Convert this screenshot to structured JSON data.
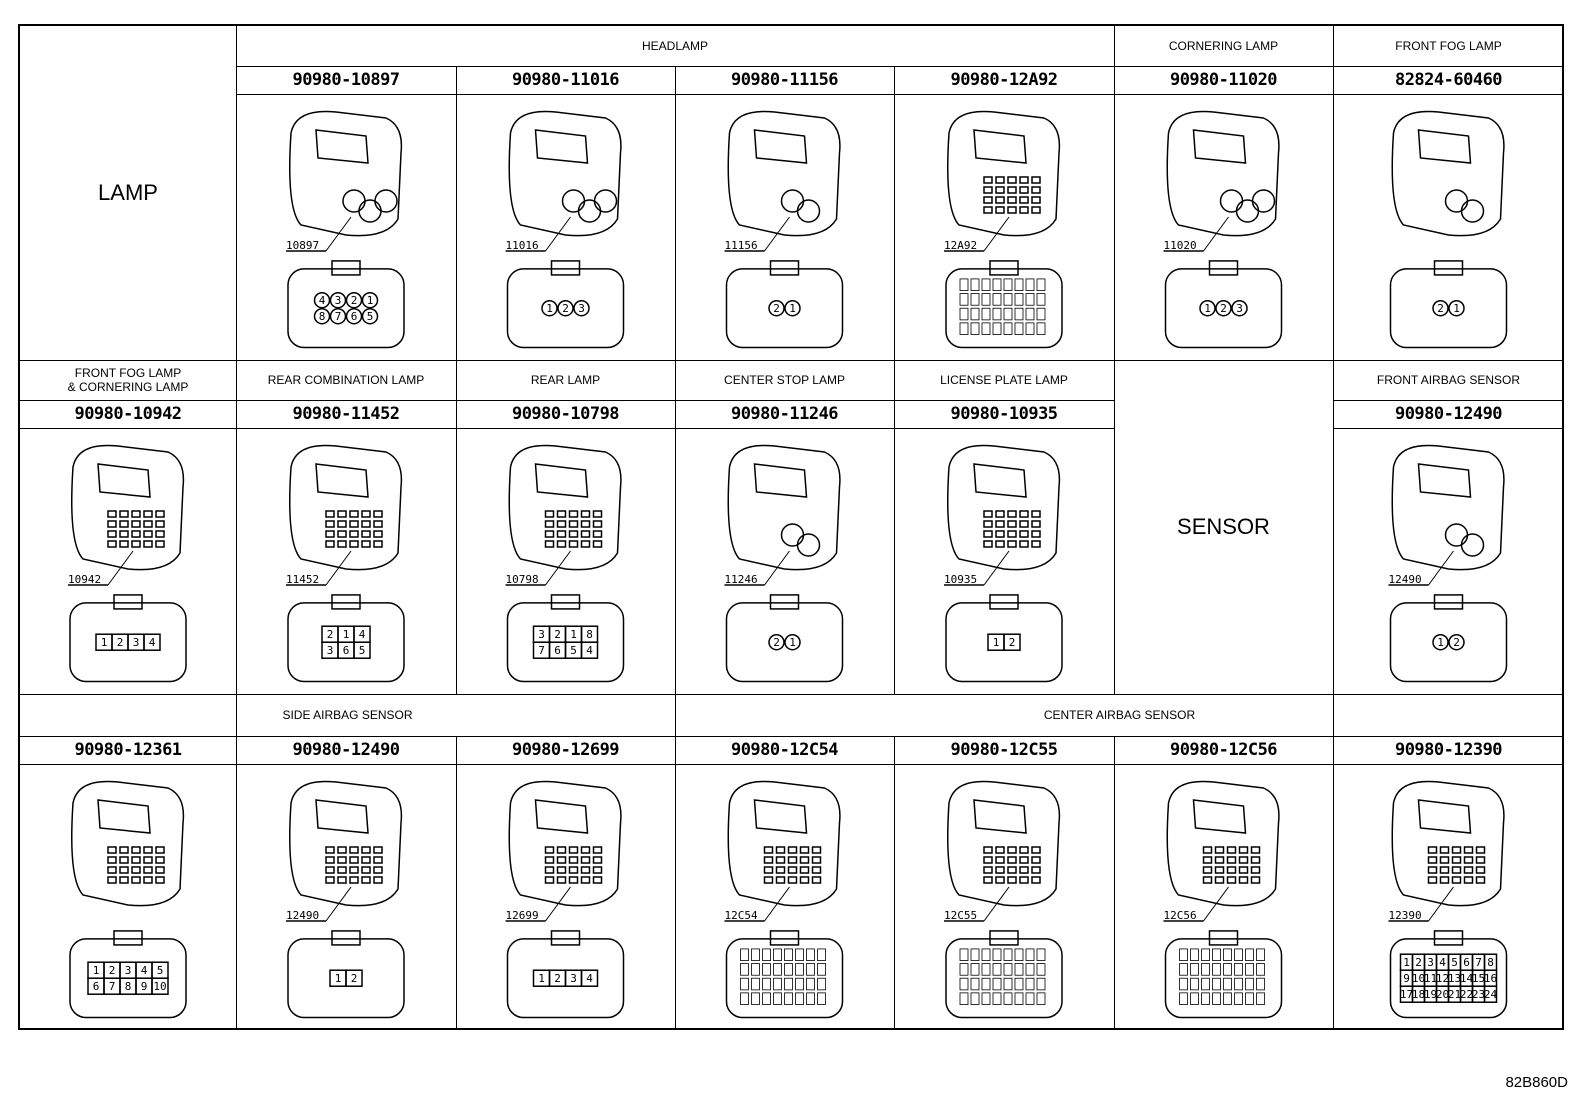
{
  "title_cell": {
    "label": "LAMP"
  },
  "row1": {
    "groups": [
      {
        "label": "HEADLAMP"
      },
      {
        "label": "CORNERING LAMP"
      },
      {
        "label": "FRONT FOG LAMP"
      }
    ],
    "parts": [
      {
        "part_no": "90980-10897",
        "callout": "10897",
        "pins": [
          "4",
          "3",
          "2",
          "1",
          "8",
          "7",
          "6",
          "5"
        ]
      },
      {
        "part_no": "90980-11016",
        "callout": "11016",
        "pins": [
          "1",
          "2",
          "3"
        ]
      },
      {
        "part_no": "90980-11156",
        "callout": "11156",
        "pins": [
          "2",
          "1"
        ]
      },
      {
        "part_no": "90980-12A92",
        "callout": "12A92",
        "pins": []
      },
      {
        "part_no": "90980-11020",
        "callout": "11020",
        "pins": [
          "1",
          "2",
          "3"
        ]
      },
      {
        "part_no": "82824-60460",
        "callout": "",
        "pins": [
          "2",
          "1"
        ]
      }
    ]
  },
  "row2": {
    "groups": [
      {
        "label": "FRONT FOG LAMP\n& CORNERING LAMP"
      },
      {
        "label": "REAR COMBINATION LAMP"
      },
      {
        "label": "REAR LAMP"
      },
      {
        "label": "CENTER STOP LAMP"
      },
      {
        "label": "LICENSE PLATE LAMP"
      },
      {
        "label": "FRONT AIRBAG SENSOR"
      }
    ],
    "sensor_label": "SENSOR",
    "parts": [
      {
        "part_no": "90980-10942",
        "callout": "10942",
        "pins": [
          "1",
          "2",
          "3",
          "4"
        ]
      },
      {
        "part_no": "90980-11452",
        "callout": "11452",
        "pins": [
          "2",
          "1",
          "4",
          "3",
          "6",
          "5"
        ]
      },
      {
        "part_no": "90980-10798",
        "callout": "10798",
        "pins": [
          "3",
          "2",
          "1",
          "8",
          "7",
          "6",
          "5",
          "4"
        ]
      },
      {
        "part_no": "90980-11246",
        "callout": "11246",
        "pins": [
          "2",
          "1"
        ]
      },
      {
        "part_no": "90980-10935",
        "callout": "10935",
        "pins": [
          "1",
          "2"
        ]
      },
      {
        "part_no": "90980-12490",
        "callout": "12490",
        "pins": [
          "1",
          "2"
        ]
      }
    ]
  },
  "row3": {
    "groups": [
      {
        "label": "SIDE AIRBAG SENSOR"
      },
      {
        "label": "CENTER AIRBAG SENSOR"
      }
    ],
    "parts": [
      {
        "part_no": "90980-12361",
        "callout": "",
        "pins": [
          "1",
          "2",
          "3",
          "4",
          "5",
          "6",
          "7",
          "8",
          "9",
          "10"
        ]
      },
      {
        "part_no": "90980-12490",
        "callout": "12490",
        "pins": [
          "1",
          "2"
        ]
      },
      {
        "part_no": "90980-12699",
        "callout": "12699",
        "pins": [
          "1",
          "2",
          "3",
          "4"
        ]
      },
      {
        "part_no": "90980-12C54",
        "callout": "12C54",
        "pins": []
      },
      {
        "part_no": "90980-12C55",
        "callout": "12C55",
        "pins": []
      },
      {
        "part_no": "90980-12C56",
        "callout": "12C56",
        "pins": []
      },
      {
        "part_no": "90980-12390",
        "callout": "12390",
        "pins": [
          "1",
          "2",
          "3",
          "4",
          "5",
          "6",
          "7",
          "8",
          "9",
          "10",
          "11",
          "12",
          "13",
          "14",
          "15",
          "16",
          "17",
          "18",
          "19",
          "20",
          "21",
          "22",
          "23",
          "24"
        ]
      }
    ]
  },
  "footer": {
    "code": "82B860D"
  }
}
